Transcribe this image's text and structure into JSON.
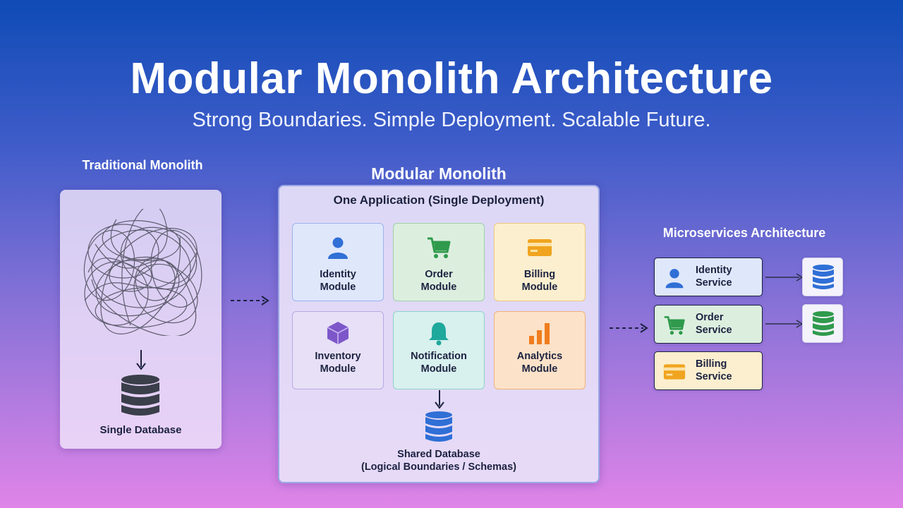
{
  "header": {
    "title": "Modular Monolith Architecture",
    "subtitle": "Strong Boundaries. Simple Deployment. Scalable Future."
  },
  "traditional": {
    "title": "Traditional Monolith",
    "tangle_icon": "tangled-lines-icon",
    "database_label": "Single Database",
    "database_color": "#3a3f4a"
  },
  "modular": {
    "title": "Modular Monolith",
    "subtitle": "One Application (Single Deployment)",
    "modules": [
      {
        "label": "Identity\nModule",
        "icon": "user-icon",
        "accent": "#2f6fd6"
      },
      {
        "label": "Order\nModule",
        "icon": "cart-icon",
        "accent": "#2f9a4c"
      },
      {
        "label": "Billing\nModule",
        "icon": "credit-card-icon",
        "accent": "#f0a41f"
      },
      {
        "label": "Inventory\nModule",
        "icon": "cube-icon",
        "accent": "#7d57c9"
      },
      {
        "label": "Notification\nModule",
        "icon": "bell-icon",
        "accent": "#1fa89c"
      },
      {
        "label": "Analytics\nModule",
        "icon": "bar-chart-icon",
        "accent": "#f07d1f"
      }
    ],
    "database_label": "Shared Database\n(Logical Boundaries / Schemas)",
    "database_color": "#2f6fd6"
  },
  "microservices": {
    "title": "Microservices Architecture",
    "services": [
      {
        "label": "Identity\nService",
        "icon": "user-icon",
        "accent": "#2f6fd6",
        "db_color": "#2f6fd6"
      },
      {
        "label": "Order\nService",
        "icon": "cart-icon",
        "accent": "#2f9a4c",
        "db_color": "#2f9a4c"
      },
      {
        "label": "Billing\nService",
        "icon": "credit-card-icon",
        "accent": "#f0a41f"
      }
    ]
  }
}
